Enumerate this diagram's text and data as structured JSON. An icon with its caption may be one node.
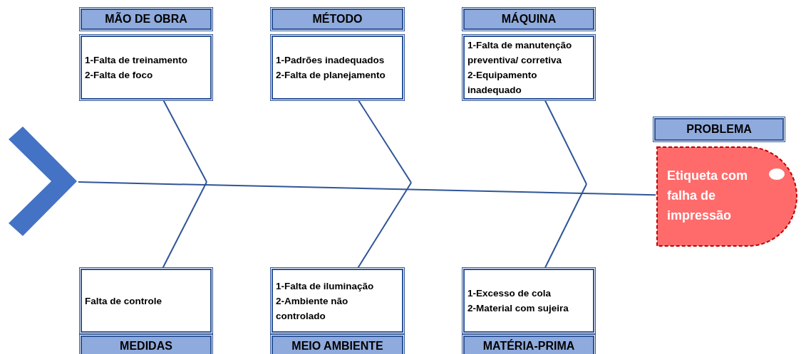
{
  "diagram": {
    "nodes": [
      {
        "text": [
          "MÃO DE OBRA"
        ]
      },
      {
        "text": [
          "1-Falta de treinamento",
          "2-Falta de foco"
        ]
      },
      {
        "text": [
          "MÉTODO"
        ]
      },
      {
        "text": [
          "1-Padrões inadequados",
          "2-Falta de planejamento"
        ]
      },
      {
        "text": [
          "MÁQUINA"
        ]
      },
      {
        "text": [
          "1-Falta de manutenção preventiva/ corretiva",
          "2-Equipamento inadequado"
        ]
      },
      {
        "text": [
          "PROBLEMA"
        ]
      },
      {
        "text": [
          "Etiqueta com falha de impressão"
        ]
      },
      {
        "text": [],
        "shape": "chevron"
      },
      {
        "text": [
          "Falta de controle"
        ]
      },
      {
        "text": [
          "1-Falta de iluminação",
          "2-Ambiente não controlado"
        ]
      },
      {
        "text": [
          "1-Excesso de cola",
          "2-Material com sujeira"
        ]
      },
      {
        "text": [
          "MEDIDAS"
        ]
      },
      {
        "text": [
          "MEIO AMBIENTE"
        ]
      },
      {
        "text": [
          "MATÉRIA-PRIMA"
        ]
      }
    ],
    "edges": [
      {
        "from": 8,
        "to": 7,
        "arrow": "none"
      },
      {
        "from": 1,
        "to": null,
        "arrow": "none"
      },
      {
        "from": 3,
        "to": null,
        "arrow": "none"
      },
      {
        "from": 5,
        "to": null,
        "arrow": "none"
      },
      {
        "from": 9,
        "to": null,
        "arrow": "none"
      },
      {
        "from": 10,
        "to": null,
        "arrow": "none"
      },
      {
        "from": 11,
        "to": null,
        "arrow": "none"
      }
    ]
  }
}
